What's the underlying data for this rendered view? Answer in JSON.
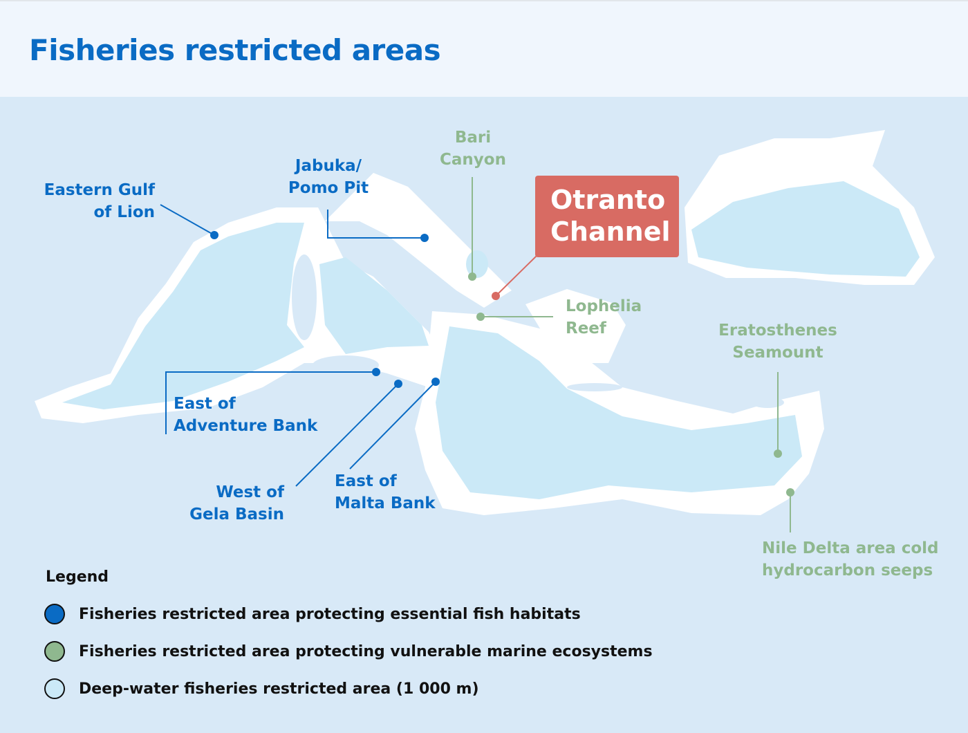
{
  "title": "Fisheries restricted areas",
  "colors": {
    "blue": "#0a6bc4",
    "green": "#8fb88f",
    "red": "#d86b63",
    "deep_water": "#cbe9f7",
    "land": "#d8e9f7",
    "shelf": "#ffffff"
  },
  "sites": {
    "eastern_gulf_of_lion": {
      "line1": "Eastern Gulf",
      "line2": "of Lion"
    },
    "jabuka_pomo_pit": {
      "line1": "Jabuka/",
      "line2": "Pomo Pit"
    },
    "bari_canyon": {
      "line1": "Bari",
      "line2": "Canyon"
    },
    "otranto_channel": {
      "line1": "Otranto",
      "line2": "Channel"
    },
    "lophelia_reef": {
      "line1": "Lophelia",
      "line2": "Reef"
    },
    "eratosthenes_seamount": {
      "line1": "Eratosthenes",
      "line2": "Seamount"
    },
    "east_of_adventure_bank": {
      "line1": "East of",
      "line2": "Adventure Bank"
    },
    "west_of_gela_basin": {
      "line1": "West of",
      "line2": "Gela Basin"
    },
    "east_of_malta_bank": {
      "line1": "East of",
      "line2": "Malta Bank"
    },
    "nile_delta": {
      "line1": "Nile Delta area cold",
      "line2": "hydrocarbon seeps"
    }
  },
  "legend": {
    "title": "Legend",
    "items": [
      {
        "label": "Fisheries restricted area protecting essential fish habitats",
        "color": "#0a6bc4"
      },
      {
        "label": "Fisheries restricted area protecting vulnerable marine ecosystems",
        "color": "#8fb88f"
      },
      {
        "label": "Deep-water fisheries restricted area (1 000 m)",
        "color": "#cbe9f7"
      }
    ]
  }
}
